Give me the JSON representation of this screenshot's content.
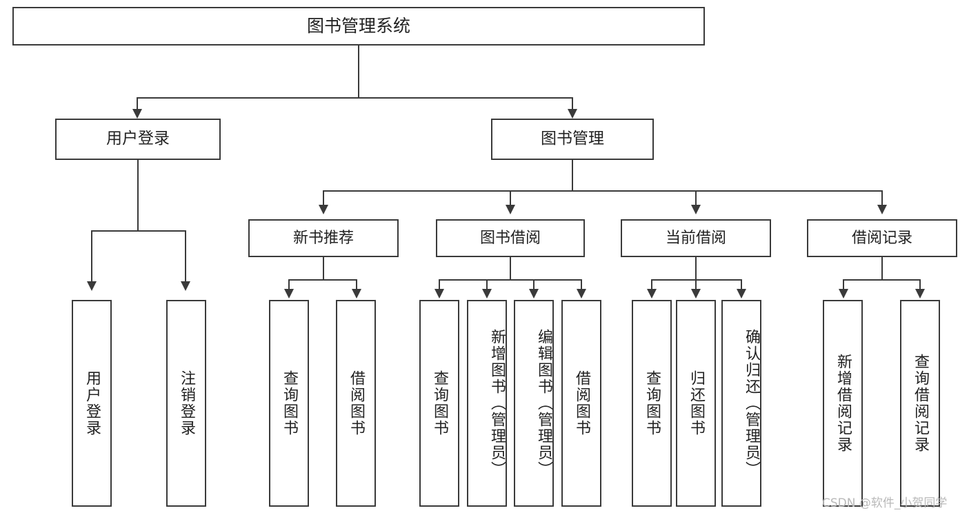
{
  "diagram": {
    "title": "图书管理系统",
    "type": "功能结构图",
    "root": {
      "id": "root",
      "label": "图书管理系统"
    },
    "level1": [
      {
        "id": "user-login",
        "label": "用户登录"
      },
      {
        "id": "book-manage",
        "label": "图书管理"
      }
    ],
    "level2": [
      {
        "id": "new-book-recommend",
        "label": "新书推荐",
        "parent": "book-manage"
      },
      {
        "id": "book-borrow",
        "label": "图书借阅",
        "parent": "book-manage"
      },
      {
        "id": "current-borrow",
        "label": "当前借阅",
        "parent": "book-manage"
      },
      {
        "id": "borrow-record",
        "label": "借阅记录",
        "parent": "book-manage"
      }
    ],
    "leaves": {
      "user_login": [
        {
          "id": "leaf-user-login",
          "label": "用户登录"
        },
        {
          "id": "leaf-user-logout",
          "label": "注销登录"
        }
      ],
      "new_book_recommend": [
        {
          "id": "leaf-query-book-1",
          "label": "查询图书"
        },
        {
          "id": "leaf-borrow-book-1",
          "label": "借阅图书"
        }
      ],
      "book_borrow": [
        {
          "id": "leaf-query-book-2",
          "label": "查询图书"
        },
        {
          "id": "leaf-add-book",
          "label": "新增图书（管理员）"
        },
        {
          "id": "leaf-edit-book",
          "label": "编辑图书（管理员）"
        },
        {
          "id": "leaf-borrow-book-2",
          "label": "借阅图书"
        }
      ],
      "current_borrow": [
        {
          "id": "leaf-query-book-3",
          "label": "查询图书"
        },
        {
          "id": "leaf-return-book",
          "label": "归还图书"
        },
        {
          "id": "leaf-confirm-return",
          "label": "确认归还（管理员）"
        }
      ],
      "borrow_record": [
        {
          "id": "leaf-add-record",
          "label": "新增借阅记录"
        },
        {
          "id": "leaf-query-record",
          "label": "查询借阅记录"
        }
      ]
    }
  },
  "watermark": {
    "text": "CSDN @软件_小贺同学"
  },
  "colors": {
    "stroke": "#3a3a3a",
    "text": "#222222",
    "background": "#ffffff",
    "watermark": "#b9b9b9"
  }
}
